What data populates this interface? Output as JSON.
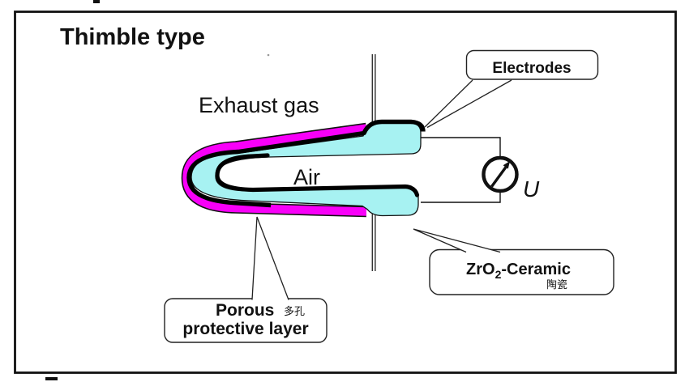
{
  "slide_title": "Thimble type",
  "labels": {
    "exhaust_gas": "Exhaust gas",
    "air": "Air",
    "voltage_symbol": "U"
  },
  "callouts": {
    "electrodes": {
      "label": "Electrodes"
    },
    "zro2_ceramic": {
      "formula_base": "ZrO",
      "formula_subscript": "2",
      "formula_suffix": "-Ceramic",
      "translation_zh": "陶瓷"
    },
    "porous_layer": {
      "word1": "Porous",
      "word1_zh": "多孔",
      "line2": "protective layer"
    }
  },
  "colors": {
    "ceramic_fill": "#A7F2F2",
    "protective_layer": "#F800F8",
    "zh_annotation": "#CC1122",
    "outline": "#111111"
  }
}
